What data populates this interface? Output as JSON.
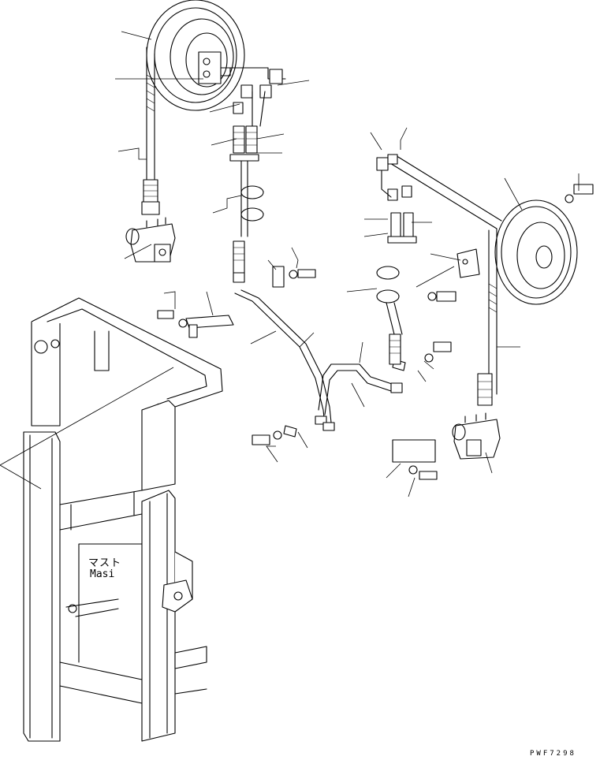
{
  "diagram": {
    "mast_label_jp": "マスト",
    "mast_label_en": "Masi",
    "drawing_code": "PWF7298"
  }
}
